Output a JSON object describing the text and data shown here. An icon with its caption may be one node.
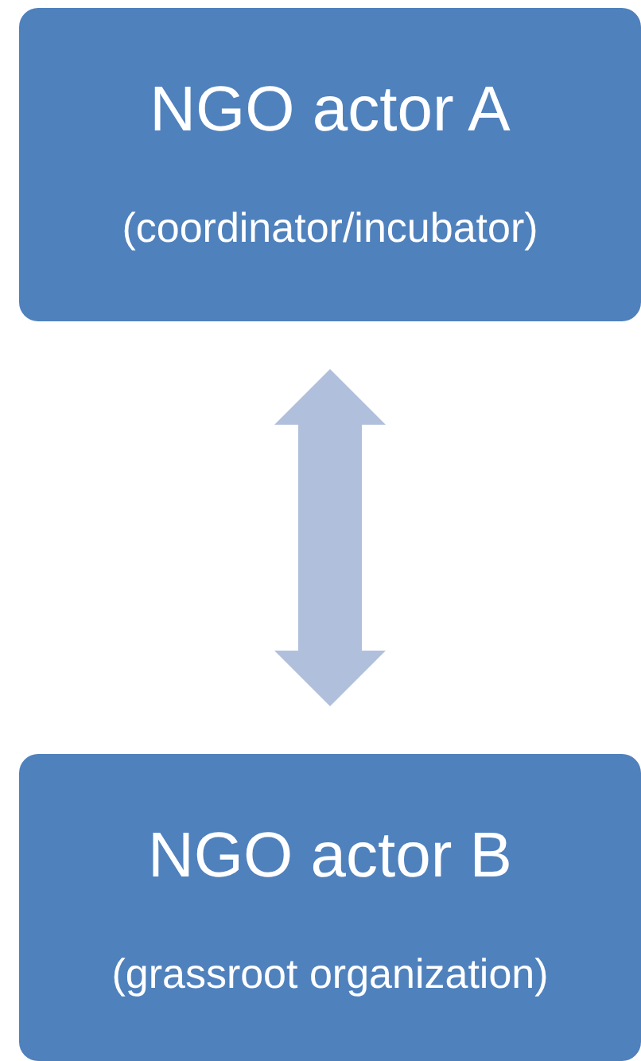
{
  "diagram": {
    "nodes": [
      {
        "text": [
          "NGO actor A",
          "(coordinator/incubator)"
        ]
      },
      {
        "text": [
          "NGO actor B",
          "(grassroot organization)"
        ]
      }
    ],
    "edges": [
      {
        "from": 0,
        "to": 1,
        "arrow": "both"
      }
    ]
  }
}
